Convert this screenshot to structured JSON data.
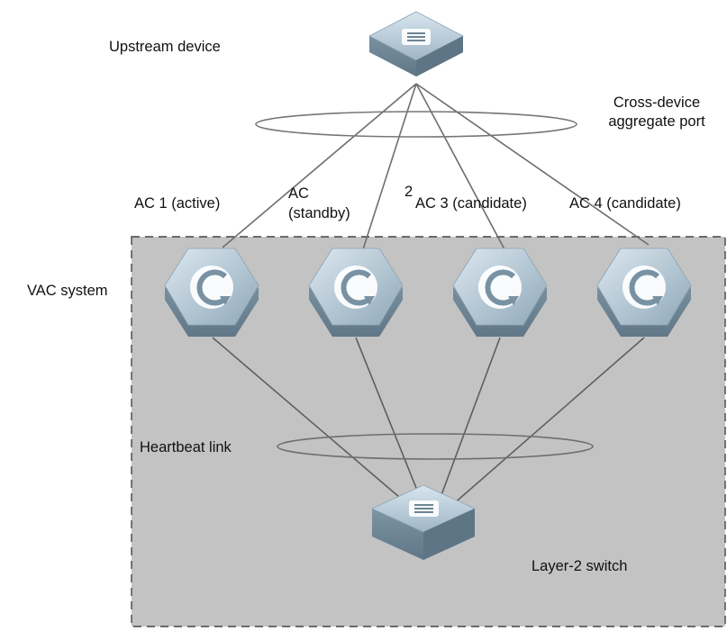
{
  "labels": {
    "upstream_device": "Upstream device",
    "cross_device_port": "Cross-device aggregate port",
    "ac1": "AC 1 (active)",
    "ac2_line1": "AC",
    "ac2_line2": "(standby)",
    "ac2_number": "2",
    "ac3": "AC 3 (candidate)",
    "ac4": "AC 4 (candidate)",
    "vac_system": "VAC system",
    "heartbeat_link": "Heartbeat link",
    "layer2_switch": "Layer-2 switch"
  },
  "colors": {
    "vac_region": "#c3c3c3",
    "link": "#6e6e6e",
    "device_top": "#bfd2df",
    "device_side": "#7f96a6"
  },
  "icons": {
    "upstream_device": "switch-icon",
    "ac": "access-controller-icon",
    "layer2_switch": "switch-icon"
  }
}
